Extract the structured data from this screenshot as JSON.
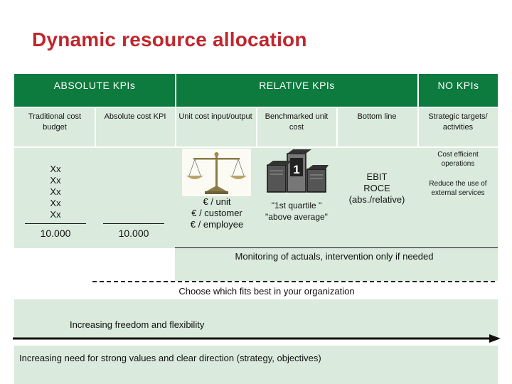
{
  "title": "Dynamic resource allocation",
  "header": {
    "absolute": "ABSOLUTE KPIs",
    "relative": "RELATIVE KPIs",
    "none": "NO KPIs"
  },
  "columns": [
    "Traditional cost budget",
    "Absolute cost KPI",
    "Unit cost input/output",
    "Benchmarked unit cost",
    "Bottom line",
    "Strategic targets/ activities"
  ],
  "traditional": {
    "items": [
      "Xx",
      "Xx",
      "Xx",
      "Xx",
      "Xx"
    ],
    "total": "10.000"
  },
  "absolute_cost": {
    "total": "10.000"
  },
  "unit_cost": [
    "€ / unit",
    "€ / customer",
    "€ / employee"
  ],
  "benchmark": [
    "\"1st quartile \"",
    "\"above average\""
  ],
  "bottom_line": [
    "EBIT",
    "ROCE",
    "(abs./relative)"
  ],
  "strategic": [
    "Cost efficient operations",
    "Reduce the use of external services"
  ],
  "podium_number": "1",
  "monitoring": "Monitoring of actuals, intervention only if needed",
  "choose": "Choose which fits best in your organization",
  "freedom": "Increasing freedom and flexibility",
  "values": "Increasing need for strong values and clear direction (strategy, objectives)",
  "colors": {
    "header": "#0d7a3e",
    "cell": "#daeadc",
    "title": "#c0262c"
  }
}
